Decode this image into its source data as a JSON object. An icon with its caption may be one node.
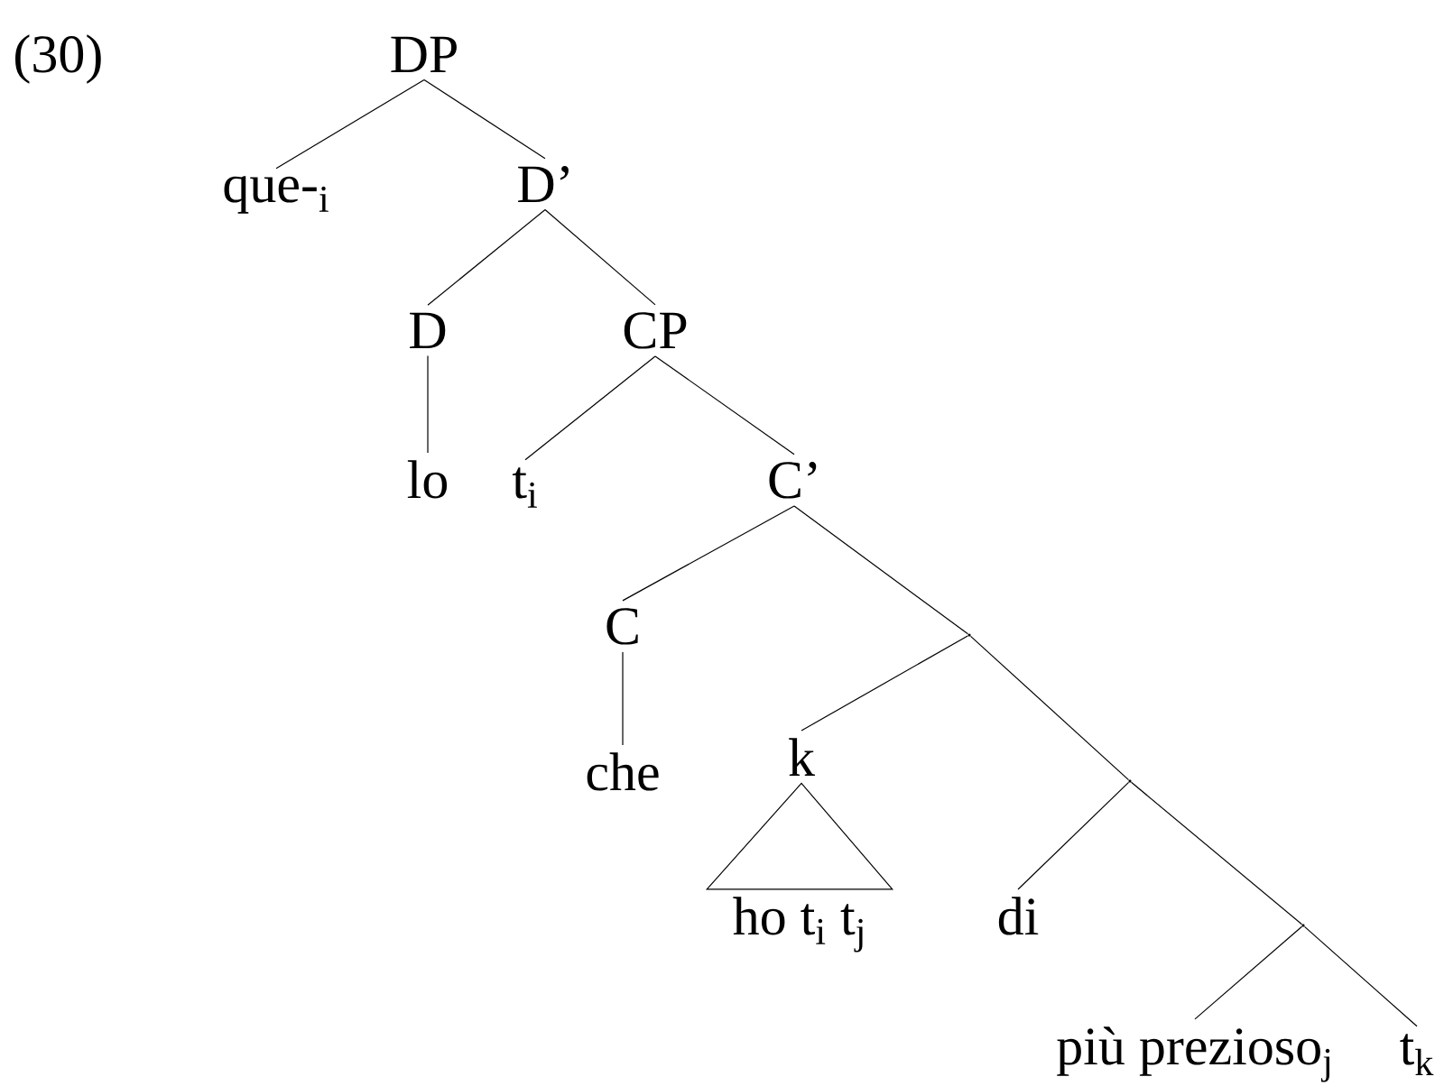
{
  "diagram": {
    "nodes": [
      {
        "text": [
          "DP"
        ]
      },
      {
        "text": [
          "que-$_{i}$"
        ]
      },
      {
        "text": [
          "D’"
        ]
      },
      {
        "text": [
          "D"
        ]
      },
      {
        "text": [
          "CP"
        ]
      },
      {
        "text": [
          "lo"
        ]
      },
      {
        "text": [
          "t$_{i}$"
        ]
      },
      {
        "text": [
          "C’"
        ]
      },
      {
        "text": [
          "C"
        ]
      },
      {
        "text": [],
        "shape": "point"
      },
      {
        "text": [
          "che"
        ]
      },
      {
        "text": [
          "k"
        ]
      },
      {
        "text": [],
        "shape": "point"
      },
      {
        "text": [
          "ho t$_{i}$ t$_{j}$"
        ]
      },
      {
        "text": [
          "di"
        ]
      },
      {
        "text": [],
        "shape": "point"
      },
      {
        "text": [
          "più prezioso$_{j}$"
        ]
      },
      {
        "text": [
          "t$_{k}$"
        ]
      }
    ],
    "edges": [
      {
        "from": 0,
        "to": 1,
        "arrow": "none"
      },
      {
        "from": 0,
        "to": 2,
        "arrow": "none"
      },
      {
        "from": 2,
        "to": 3,
        "arrow": "none"
      },
      {
        "from": 2,
        "to": 4,
        "arrow": "none"
      },
      {
        "from": 3,
        "to": 5,
        "arrow": "none"
      },
      {
        "from": 4,
        "to": 6,
        "arrow": "none"
      },
      {
        "from": 4,
        "to": 7,
        "arrow": "none"
      },
      {
        "from": 7,
        "to": 8,
        "arrow": "none"
      },
      {
        "from": 7,
        "to": 9,
        "arrow": "none"
      },
      {
        "from": 8,
        "to": 10,
        "arrow": "none"
      },
      {
        "from": 9,
        "to": 11,
        "arrow": "none"
      },
      {
        "from": 9,
        "to": 12,
        "arrow": "none"
      },
      {
        "from": 11,
        "to": 13,
        "arrow": "none"
      },
      {
        "from": 12,
        "to": 14,
        "arrow": "none"
      },
      {
        "from": 12,
        "to": 15,
        "arrow": "none"
      },
      {
        "from": 15,
        "to": 16,
        "arrow": "none"
      },
      {
        "from": 15,
        "to": 17,
        "arrow": "none"
      }
    ],
    "labels": [
      "(30)"
    ]
  }
}
